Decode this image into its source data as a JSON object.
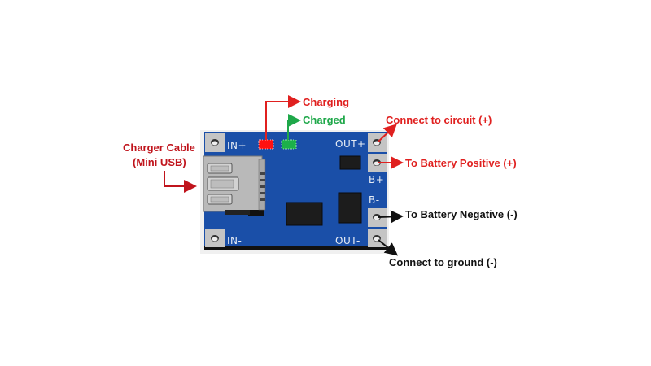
{
  "title": "TP4056 Charger Module Pinout",
  "colors": {
    "board": "#1a4fa8",
    "pad": "#bfbfbf",
    "chip": "#1c1c1c",
    "red_label": "#e0201f",
    "dark_red_label": "#c0141c",
    "green_label": "#1fa84a",
    "black_label": "#111111",
    "led_red": "#ff1010",
    "led_green": "#1cb04a"
  },
  "board": {
    "silkscreen": {
      "in_plus": "IN+",
      "in_minus": "IN-",
      "out_plus": "OUT+",
      "out_minus": "OUT-",
      "b_plus": "B+",
      "b_minus": "B-"
    }
  },
  "annotations": {
    "charger_cable_line1": "Charger Cable",
    "charger_cable_line2": "(Mini USB)",
    "charging": "Charging",
    "charged": "Charged",
    "connect_circuit": "Connect to circuit (+)",
    "battery_positive": "To Battery Positive (+)",
    "battery_negative": "To Battery Negative (-)",
    "connect_ground": "Connect to ground (-)"
  }
}
